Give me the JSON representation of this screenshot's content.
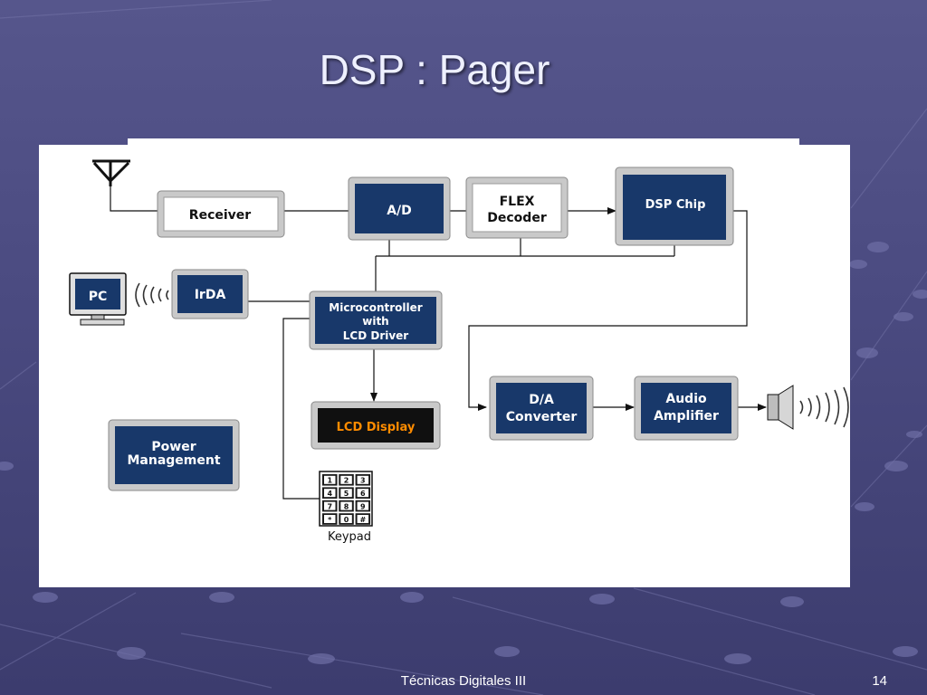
{
  "slide": {
    "title": "DSP : Pager",
    "footer": "Técnicas Digitales III",
    "page_number": "14"
  },
  "diagram": {
    "blocks": {
      "receiver": "Receiver",
      "ad": "A/D",
      "flex_line1": "FLEX",
      "flex_line2": "Decoder",
      "dsp_chip": "DSP Chip",
      "irda": "IrDA",
      "mcu_line1": "Microcontroller",
      "mcu_line2": "with",
      "mcu_line3": "LCD Driver",
      "lcd_display": "LCD Display",
      "da_line1": "D/A",
      "da_line2": "Converter",
      "amp_line1": "Audio",
      "amp_line2": "Amplifier",
      "power_line1": "Power",
      "power_line2": "Management",
      "pc": "PC",
      "keypad": "Keypad"
    },
    "keypad_keys": [
      "1",
      "2",
      "3",
      "4",
      "5",
      "6",
      "7",
      "8",
      "9",
      "*",
      "0",
      "#"
    ],
    "colors": {
      "block_fill": "#18386a",
      "block_frame": "#c9c9c9",
      "lcd_fill": "#101010",
      "lcd_text": "#ff8c00",
      "wire": "#111111"
    }
  }
}
